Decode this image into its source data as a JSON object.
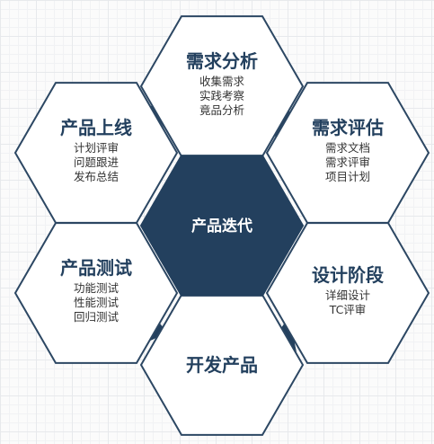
{
  "center": {
    "label": "产品迭代"
  },
  "stages": [
    {
      "id": "requirements-analysis",
      "title": "需求分析",
      "items": [
        "收集需求",
        "实践考察",
        "竟品分析"
      ]
    },
    {
      "id": "requirements-evaluation",
      "title": "需求评估",
      "items": [
        "需求文档",
        "需求评审",
        "项目计划"
      ]
    },
    {
      "id": "design-stage",
      "title": "设计阶段",
      "items": [
        "详细设计",
        "TC评审"
      ]
    },
    {
      "id": "development",
      "title": "开发产品",
      "items": []
    },
    {
      "id": "product-testing",
      "title": "产品测试",
      "items": [
        "功能测试",
        "性能测试",
        "回归测试"
      ]
    },
    {
      "id": "product-launch",
      "title": "产品上线",
      "items": [
        "计划评审",
        "问题跟进",
        "发布总结"
      ]
    }
  ],
  "colors": {
    "dark": "#23405e",
    "outline": "#2c4763",
    "fill": "#ffffff"
  }
}
